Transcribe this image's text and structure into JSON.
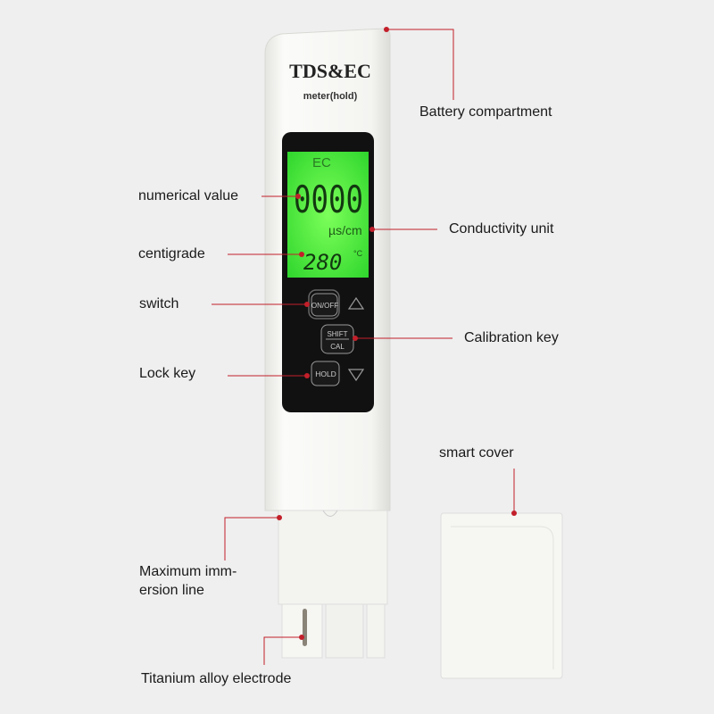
{
  "device": {
    "brand_line1": "TDS&EC",
    "brand_line2": "meter(hold)",
    "display": {
      "mode": "EC",
      "value": "0000",
      "unit": "µs/cm",
      "temperature": "280",
      "temp_unit": "°C",
      "backlight_color": "#3fe03a"
    },
    "buttons": {
      "power": "ON/OFF",
      "shift": "SHIFT",
      "cal": "CAL",
      "hold": "HOLD",
      "up_icon": "triangle-up-icon",
      "down_icon": "triangle-down-icon"
    }
  },
  "callouts": {
    "battery": "Battery compartment",
    "numerical": "numerical value",
    "conductivity": "Conductivity unit",
    "centigrade": "centigrade",
    "switch": "switch",
    "calibration": "Calibration key",
    "lock": "Lock key",
    "cover": "smart cover",
    "immersion_line1": "Maximum imm-",
    "immersion_line2": "ersion line",
    "electrode": "Titanium alloy electrode"
  },
  "colors": {
    "callout": "#c21f2a",
    "body": "#f6f6f3",
    "bezel": "#111111"
  }
}
